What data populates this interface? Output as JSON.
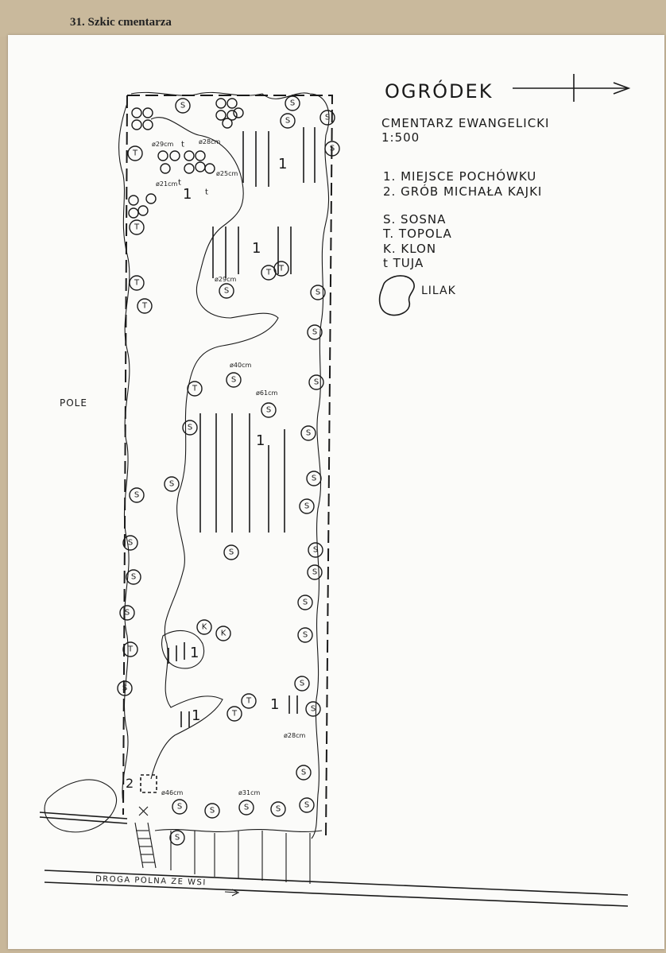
{
  "caption": "31.  Szkic cmentarza",
  "map": {
    "title": "OGRÓDEK",
    "subtitle": "CMENTARZ EWANGELICKI",
    "scale": "1:500",
    "legend_numbered": [
      "1. MIEJSCE POCHÓWKU",
      "2. GRÓB MICHAŁA KAJKI"
    ],
    "legend_symbols": [
      "S. SOSNA",
      "T. TOPOLA",
      "K. KLON",
      "t  TUJA"
    ],
    "lilak_label": "LILAK",
    "pole_label": "POLE",
    "road_label": "DROGA POLNA ZE WSI",
    "symbols": {
      "sosna": "S",
      "topola": "T",
      "klon": "K",
      "tuja": "t"
    },
    "burial_label": "1",
    "grave_label": "2",
    "measurements": [
      "ø29cm",
      "ø28cm",
      "ø25cm",
      "ø21cm",
      "ø29cm",
      "ø40cm",
      "ø61cm",
      "ø28cm",
      "ø46cm",
      "ø31cm"
    ]
  }
}
